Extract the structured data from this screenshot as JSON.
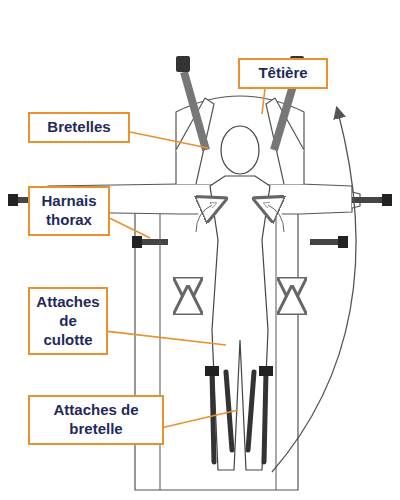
{
  "diagram": {
    "nodes": [
      {
        "text": [
          "Têtière"
        ]
      },
      {
        "text": [
          "Bretelles"
        ]
      },
      {
        "text": [
          "Harnais thorax"
        ]
      },
      {
        "text": [
          "Attaches de culotte"
        ]
      },
      {
        "text": [
          "Attaches de bretelle"
        ]
      }
    ],
    "edges": []
  }
}
